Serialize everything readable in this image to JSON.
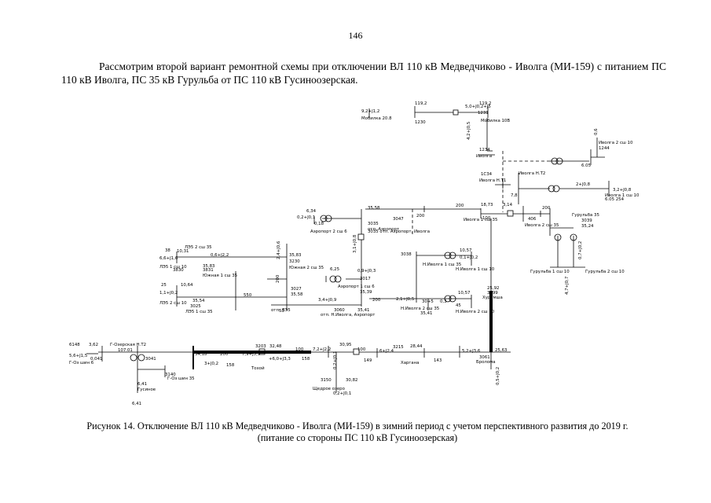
{
  "page_number": "146",
  "intro": "Рассмотрим второй вариант ремонтной схемы при отключении ВЛ 110 кВ Медведчиково - Иволга (МИ-159) с питанием ПС 110 кВ Иволга, ПС 35 кВ Гурульба от ПС 110 кВ Гусиноозерская.",
  "caption_line1": "Рисунок 14. Отключение ВЛ 110 кВ Медведчиково - Иволга (МИ-159) в зимний период с учетом перспективного развития до 2019 г.",
  "caption_line2": "(питание со стороны ПС 110 кВ Гусиноозерская)",
  "labels": {
    "t1": "119,2",
    "t2": "9,2+J1,2",
    "t3": "Мобилка 20.8",
    "t4": "1230",
    "t5": "5,0+J0,2+J5",
    "t6": "1231",
    "t7": "119,2",
    "t8": "Мобилка 10В",
    "t9": "4,2+J0,5",
    "t10": "1234",
    "t11": "Иволга",
    "t12": "1C34",
    "t13": "Иволга Н.Т1",
    "t14": "Иволга Н.Т2",
    "t15": "1244",
    "t16": "6.05",
    "t17": "6.05 254",
    "t18": "Иволга 2 сш 10",
    "t19": "2+J0,8",
    "t20": "3,2+J0,8",
    "t21": "Иволга 1 сш 10",
    "t22": "0,6",
    "t23": "7,8",
    "t24": "ЛЭ5 2 сш 35",
    "t25": "ЛЭ5 1 сш 10",
    "t26": "ЛЭ5 1 сш 35",
    "t27": "ЛЭ5 2 сш 10",
    "t28": "10,31",
    "t29": "38",
    "t30": "6,6+J1,6",
    "t31": "0,6+J2,2",
    "t32": "35,83",
    "t33": "1,1+J0,2",
    "t34": "3830",
    "t35": "3831",
    "t36": "35,83",
    "t37": "35,54",
    "t38": "3025",
    "t39": "550",
    "t40": "25",
    "t41": "10,64",
    "t42": "Южная 1 сш 35",
    "t43": "Южная 2 сш 35",
    "t44": "3230",
    "t45": "2,4+J0,6",
    "t46": "200",
    "t47": "3027",
    "t48": "35,58",
    "t49": "отп. ЛЭ5",
    "t50": "3,4+J0,9",
    "t51": "Аэропорт 2 сш 6",
    "t52": "0,2+J0,1",
    "t53": "6,34",
    "t54": "0,18",
    "t55": "3035",
    "t56": "35,58",
    "t57": "отп. Аэропорт",
    "t58": "3035 отп. Аэропорт, Иволга",
    "t59": "Аэропорт 1 сш 6",
    "t60": "6,25",
    "t61": "0,9+J0,3",
    "t62": "3017",
    "t63": "35,39",
    "t64": "200",
    "t65": "3060",
    "t66": "отп. Н.Иволга, Аэропорт",
    "t67": "35,41",
    "t68": "3,1+J0,8",
    "t69": "53",
    "t70": "3038",
    "t71": "Н.Иволга 1 сш 35",
    "t72": "Н.Иволга 1 сш 10",
    "t73": "10,57",
    "t74": "0,1+J0,2",
    "t75": "Н.Иволга 2 сш 35",
    "t76": "Н.Иволга 2 сш 10",
    "t77": "10,57",
    "t78": "2,1+J0,5",
    "t79": "30+5",
    "t80": "35,41",
    "t81": "0,3",
    "t82": "45",
    "t83": "3047",
    "t84": "200",
    "t85": "200",
    "t86": "18,73",
    "t87": "100",
    "t88": "Иволга 1 сш 35",
    "t89": "Иволга 2 сш 35",
    "t90": "3,14",
    "t91": "406",
    "t92": "3039",
    "t93": "35,24",
    "t94": "Гурульба 1 сш 10",
    "t95": "Гурульба 2 сш 10",
    "t96": "Гурульба 35",
    "t97": "4,7+J0,7",
    "t98": "0,7+J0,2",
    "t99": "200",
    "t100": "25,92",
    "t101": "3099",
    "t102": "Хурумша",
    "t103": "25,63",
    "t104": "Бролома",
    "t105": "3061",
    "t106": "0,5+J0,2",
    "t107": "Г-Озерская Н.Т2",
    "t108": "107.01",
    "t109": "3041",
    "t110": "0,041",
    "t111": "Г-Оз шин 35",
    "t112": "Г-Оз шин 6",
    "t113": "6,41",
    "t114": "Гусиное",
    "t115": "5,6+J1,5",
    "t116": "3,62",
    "t117": "6148",
    "t118": "3140",
    "t119": "3+J0,2",
    "t120": "34,18",
    "t121": "200",
    "t122": "158",
    "t123": "3203",
    "t124": "32,48",
    "t125": "7,9+J5,9",
    "t126": "Тохой",
    "t127": "100",
    "t128": "158",
    "t129": "+6,0+J3,3",
    "t130": "7,2+J2,2",
    "t131": "30,95",
    "t132": "149",
    "t133": "100",
    "t134": "6+J2,4",
    "t135": "28,44",
    "t136": "Харгана",
    "t137": "143",
    "t138": "5,2+J3,6",
    "t139": "3150",
    "t140": "Щедрое озеро",
    "t141": "30,82",
    "t142": "0,2+J0,1",
    "t143": "0,2+J0,1",
    "t144": "3215",
    "t145": "6,41"
  }
}
